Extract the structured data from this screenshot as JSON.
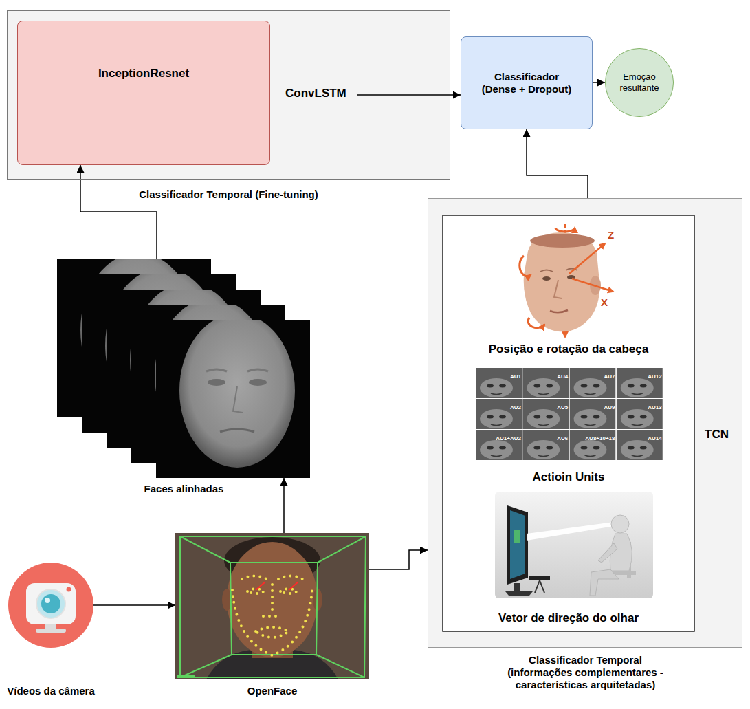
{
  "diagram": {
    "nodes": [
      {
        "text": [
          "ConvLSTM",
          "Classificador Temporal (Fine-tuning)"
        ]
      },
      {
        "text": [
          "InceptionResnet"
        ],
        "in": 0
      },
      {
        "text": [
          "Classificador (Dense + Dropout)"
        ]
      },
      {
        "text": [
          "Emoção resultante"
        ]
      },
      {
        "text": [
          "Faces alinhadas"
        ]
      },
      {
        "text": [
          "Vídeos da câmera"
        ]
      },
      {
        "text": [
          "OpenFace"
        ]
      },
      {
        "text": [
          "TCN",
          "Classificador Temporal (informações complementares - características arquitetadas)"
        ]
      },
      {
        "text": [
          "Posição e rotação da cabeça"
        ],
        "in": 7
      },
      {
        "text": [
          "Actioin Units"
        ],
        "in": 7
      },
      {
        "text": [
          "Vetor de direção do olhar"
        ],
        "in": 7
      }
    ],
    "edges": [
      {
        "from": 5,
        "to": 6,
        "arrow": "to"
      },
      {
        "from": 6,
        "to": 4,
        "arrow": "to"
      },
      {
        "from": 4,
        "to": 1,
        "arrow": "to"
      },
      {
        "from": 0,
        "to": 2,
        "arrow": "to"
      },
      {
        "from": 6,
        "to": 7,
        "arrow": "to"
      },
      {
        "from": 7,
        "to": 2,
        "arrow": "to"
      },
      {
        "from": 2,
        "to": 3,
        "arrow": "to"
      }
    ],
    "labels": [
      "Z",
      "X",
      "AU1",
      "AU4",
      "AU7",
      "AU12",
      "AU2",
      "AU5",
      "AU9",
      "AU13",
      "AU1+AU2",
      "AU6",
      "AU8+10+18",
      "AU14"
    ]
  }
}
